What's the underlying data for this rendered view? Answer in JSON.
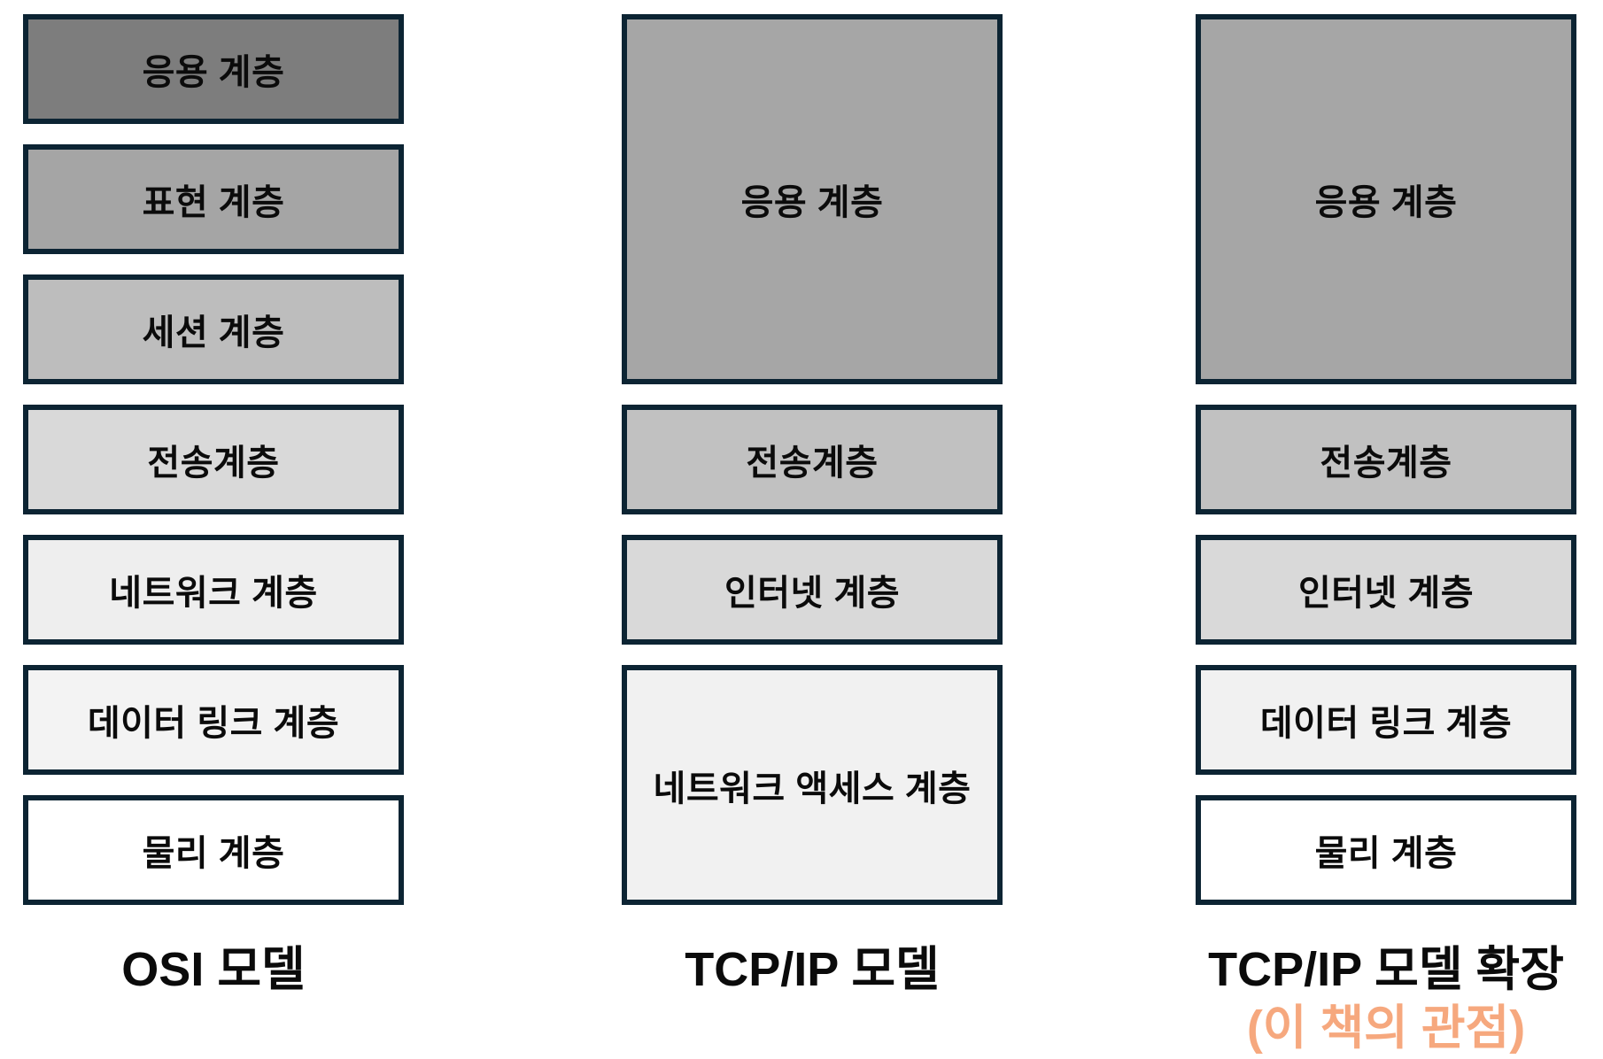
{
  "diagram": {
    "border_color": "#0c2433",
    "text_color": "#0b0b0b",
    "row_count": 7,
    "columns": [
      {
        "id": "osi",
        "label": "OSI 모델",
        "boxes": [
          {
            "name": "application-layer",
            "label": "응용 계층",
            "row": 0,
            "span": 1,
            "fill": "#7d7d7d"
          },
          {
            "name": "presentation-layer",
            "label": "표현 계층",
            "row": 1,
            "span": 1,
            "fill": "#a5a5a5"
          },
          {
            "name": "session-layer",
            "label": "세션 계층",
            "row": 2,
            "span": 1,
            "fill": "#bdbdbd"
          },
          {
            "name": "transport-layer",
            "label": "전송계층",
            "row": 3,
            "span": 1,
            "fill": "#d9d9d9"
          },
          {
            "name": "network-layer",
            "label": "네트워크 계층",
            "row": 4,
            "span": 1,
            "fill": "#eeeeee"
          },
          {
            "name": "data-link-layer",
            "label": "데이터 링크 계층",
            "row": 5,
            "span": 1,
            "fill": "#f3f3f3"
          },
          {
            "name": "physical-layer",
            "label": "물리 계층",
            "row": 6,
            "span": 1,
            "fill": "#ffffff"
          }
        ]
      },
      {
        "id": "tcpip",
        "label": "TCP/IP 모델",
        "boxes": [
          {
            "name": "application-layer",
            "label": "응용 계층",
            "row": 0,
            "span": 3,
            "fill": "#a6a6a6"
          },
          {
            "name": "transport-layer",
            "label": "전송계층",
            "row": 3,
            "span": 1,
            "fill": "#c1c1c1"
          },
          {
            "name": "internet-layer",
            "label": "인터넷 계층",
            "row": 4,
            "span": 1,
            "fill": "#d9d9d9"
          },
          {
            "name": "network-access-layer",
            "label": "네트워크 액세스 계층",
            "row": 5,
            "span": 2,
            "fill": "#f1f1f1"
          }
        ]
      },
      {
        "id": "tcpip-extended",
        "label": "TCP/IP 모델 확장",
        "sublabel": "(이 책의 관점)",
        "sublabel_color": "#f6a87e",
        "boxes": [
          {
            "name": "application-layer",
            "label": "응용 계층",
            "row": 0,
            "span": 3,
            "fill": "#a6a6a6"
          },
          {
            "name": "transport-layer",
            "label": "전송계층",
            "row": 3,
            "span": 1,
            "fill": "#c1c1c1"
          },
          {
            "name": "internet-layer",
            "label": "인터넷 계층",
            "row": 4,
            "span": 1,
            "fill": "#d9d9d9"
          },
          {
            "name": "data-link-layer",
            "label": "데이터 링크 계층",
            "row": 5,
            "span": 1,
            "fill": "#f1f1f1"
          },
          {
            "name": "physical-layer",
            "label": "물리 계층",
            "row": 6,
            "span": 1,
            "fill": "#ffffff"
          }
        ]
      }
    ]
  }
}
